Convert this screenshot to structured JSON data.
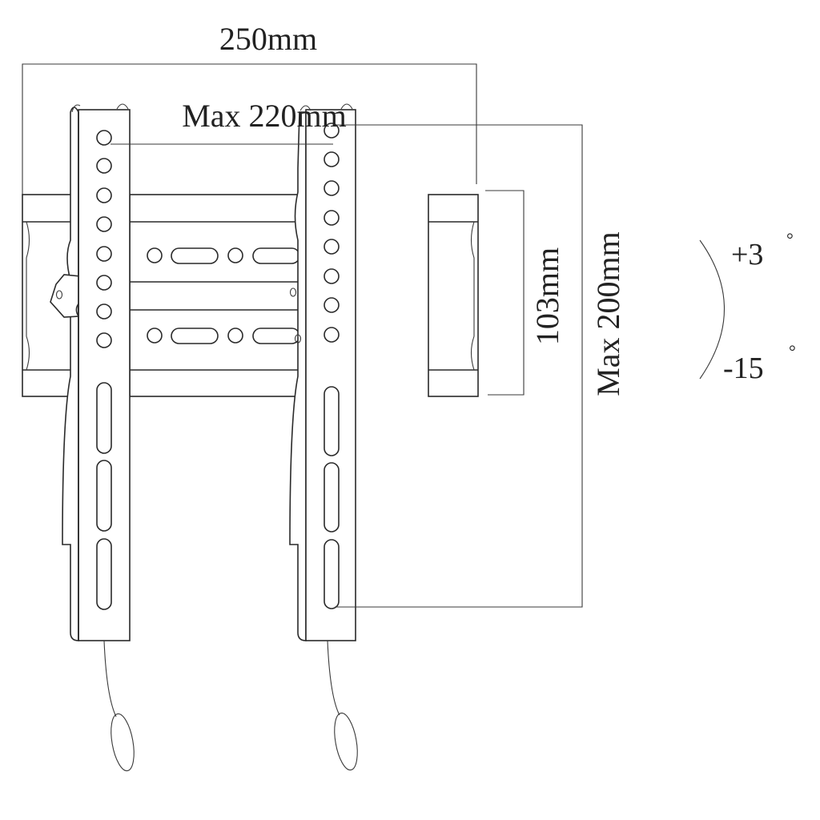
{
  "diagram": {
    "title": "TV wall mount dimensions",
    "labels": {
      "overall_width": "250mm",
      "max_horizontal_vesa": "Max 220mm",
      "wall_plate_height": "103mm",
      "max_vertical_vesa": "Max 200mm",
      "tilt_up": "+3",
      "tilt_down": "-15",
      "degree_symbol": "°"
    },
    "colors": {
      "line": "#2a2a2a",
      "background": "#ffffff",
      "text": "#222222"
    }
  }
}
